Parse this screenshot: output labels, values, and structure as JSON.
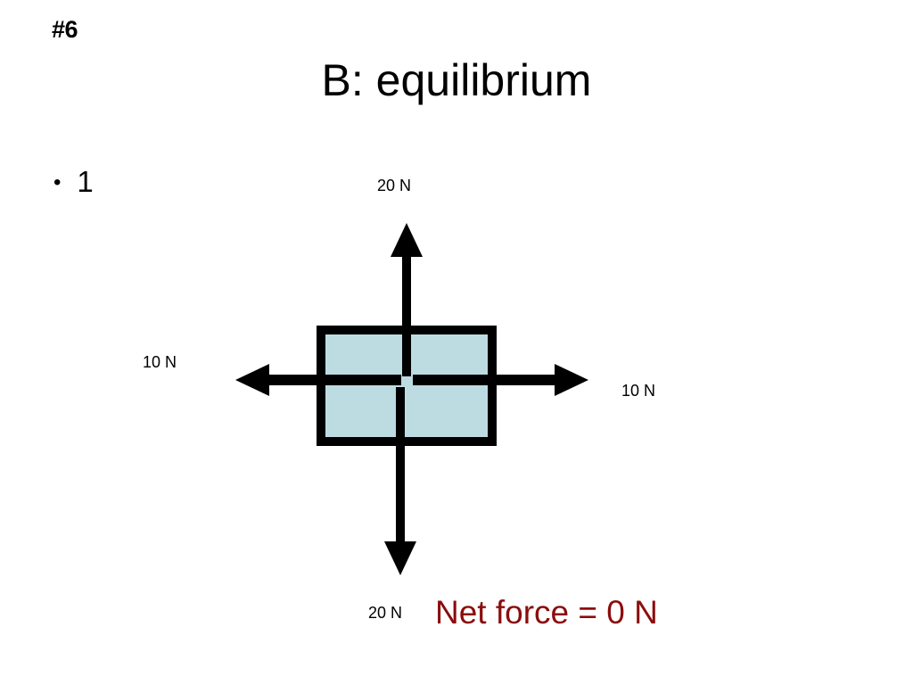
{
  "slide": {
    "number_label": "#6",
    "title": "B: equilibrium",
    "background_color": "#FFFFFF"
  },
  "body": {
    "bullet_marker": "•",
    "bullet_text": "1"
  },
  "diagram": {
    "name": "free-body-force-diagram",
    "object": {
      "shape": "rectangle",
      "fill_color": "#BCDCE2",
      "border_color": "#000000"
    },
    "arrow_color": "#000000",
    "forces": [
      {
        "direction": "up",
        "label": "20 N",
        "magnitude": 20,
        "unit": "N"
      },
      {
        "direction": "down",
        "label": "20 N",
        "magnitude": 20,
        "unit": "N"
      },
      {
        "direction": "left",
        "label": "10 N",
        "magnitude": 10,
        "unit": "N"
      },
      {
        "direction": "right",
        "label": "10 N",
        "magnitude": 10,
        "unit": "N"
      }
    ]
  },
  "conclusion": {
    "text": "Net force = 0 N",
    "color": "#8B0D0D"
  }
}
